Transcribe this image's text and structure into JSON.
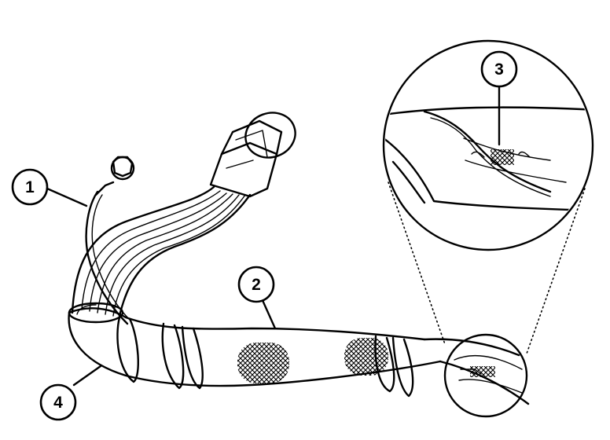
{
  "callouts": [
    {
      "id": "1",
      "label": "1"
    },
    {
      "id": "2",
      "label": "2"
    },
    {
      "id": "3",
      "label": "3"
    },
    {
      "id": "4",
      "label": "4"
    }
  ],
  "colors": {
    "ink": "#000000",
    "paper": "#ffffff"
  }
}
